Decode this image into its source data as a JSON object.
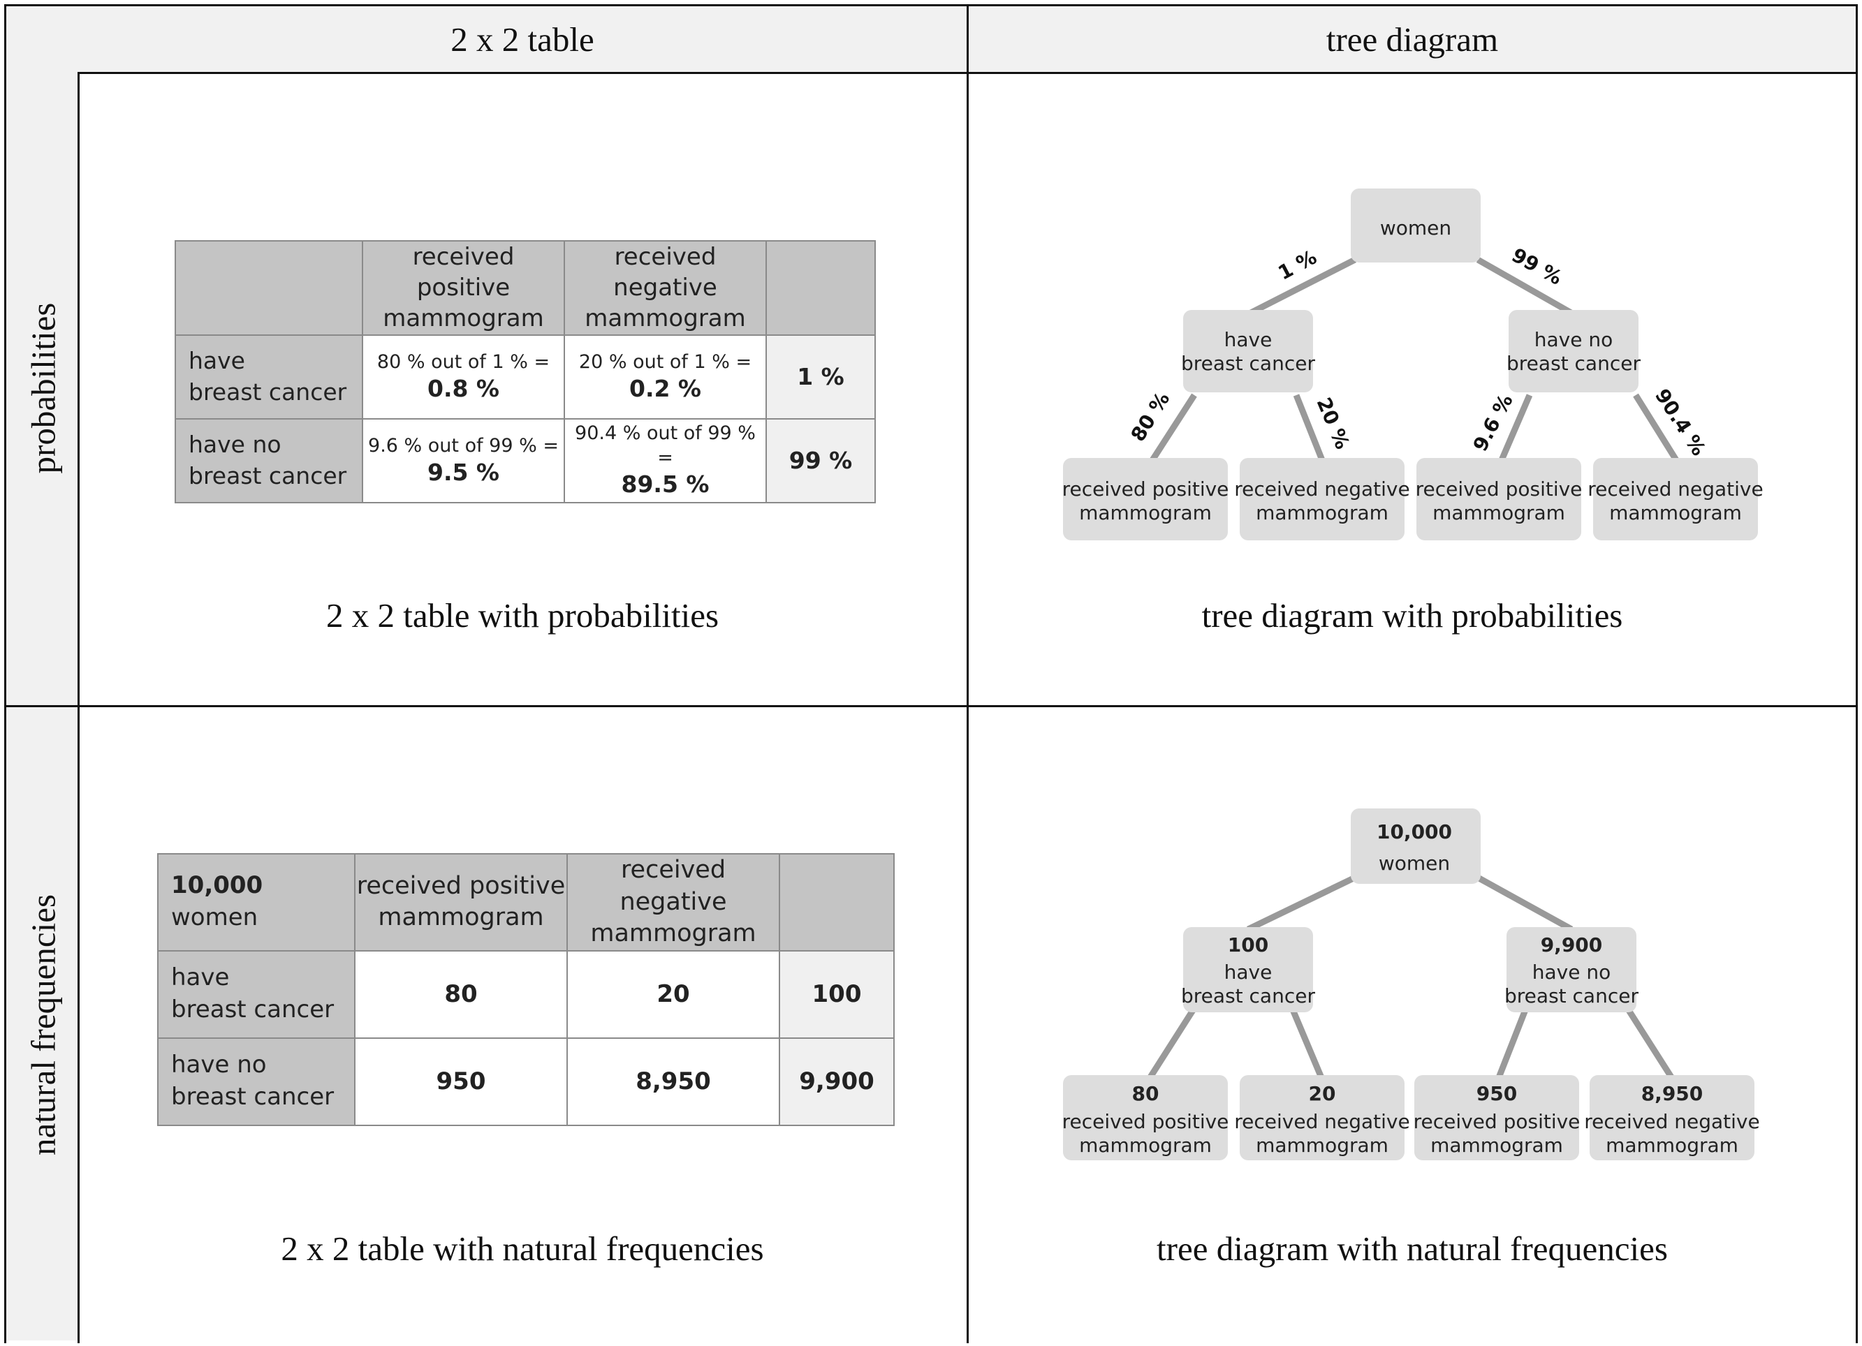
{
  "columns": {
    "table": "2 x 2 table",
    "tree": "tree diagram"
  },
  "rows": {
    "probabilities": "probabilities",
    "frequencies": "natural frequencies"
  },
  "captions": {
    "table_prob": "2 x 2 table with probabilities",
    "tree_prob": "tree diagram with probabilities",
    "table_freq": "2 x 2 table with natural frequencies",
    "tree_freq": "tree diagram with natural frequencies"
  },
  "table_prob": {
    "corner": "",
    "col1": [
      "received positive",
      "mammogram"
    ],
    "col2": [
      "received negative",
      "mammogram"
    ],
    "row1": [
      "have",
      "breast cancer"
    ],
    "row2": [
      "have no",
      "breast cancer"
    ],
    "c11": {
      "calc": "80 % out of 1 % =",
      "value": "0.8 %"
    },
    "c12": {
      "calc": "20 % out of 1 % =",
      "value": "0.2 %"
    },
    "c21": {
      "calc": "9.6 % out of 99 % =",
      "value": "9.5 %"
    },
    "c22": {
      "calc": "90.4 % out of 99 % =",
      "value": "89.5 %"
    },
    "t1": "1 %",
    "t2": "99 %"
  },
  "table_freq": {
    "corner_num": "10,000",
    "corner_text": " women",
    "col1": [
      "received positive",
      "mammogram"
    ],
    "col2": [
      "received negative",
      "mammogram"
    ],
    "row1": [
      "have",
      "breast cancer"
    ],
    "row2": [
      "have no",
      "breast cancer"
    ],
    "c11": "80",
    "c12": "20",
    "c21": "950",
    "c22": "8,950",
    "t1": "100",
    "t2": "9,900"
  },
  "tree_prob": {
    "root": "women",
    "left": [
      "have",
      "breast cancer"
    ],
    "right": [
      "have no",
      "breast cancer"
    ],
    "leaves": [
      [
        "received positive",
        "mammogram"
      ],
      [
        "received negative",
        "mammogram"
      ],
      [
        "received positive",
        "mammogram"
      ],
      [
        "received negative",
        "mammogram"
      ]
    ],
    "edges": {
      "root_left": "1 %",
      "root_right": "99 %",
      "ll": "80 %",
      "lr": "20 %",
      "rl": "9.6 %",
      "rr": "90.4 %"
    }
  },
  "tree_freq": {
    "root_num": "10,000",
    "root": "women",
    "left_num": "100",
    "left": [
      "have",
      "breast cancer"
    ],
    "right_num": "9,900",
    "right": [
      "have no",
      "breast cancer"
    ],
    "leaf_nums": [
      "80",
      "20",
      "950",
      "8,950"
    ],
    "leaves": [
      [
        "received positive",
        "mammogram"
      ],
      [
        "received negative",
        "mammogram"
      ],
      [
        "received positive",
        "mammogram"
      ],
      [
        "received negative",
        "mammogram"
      ]
    ]
  }
}
